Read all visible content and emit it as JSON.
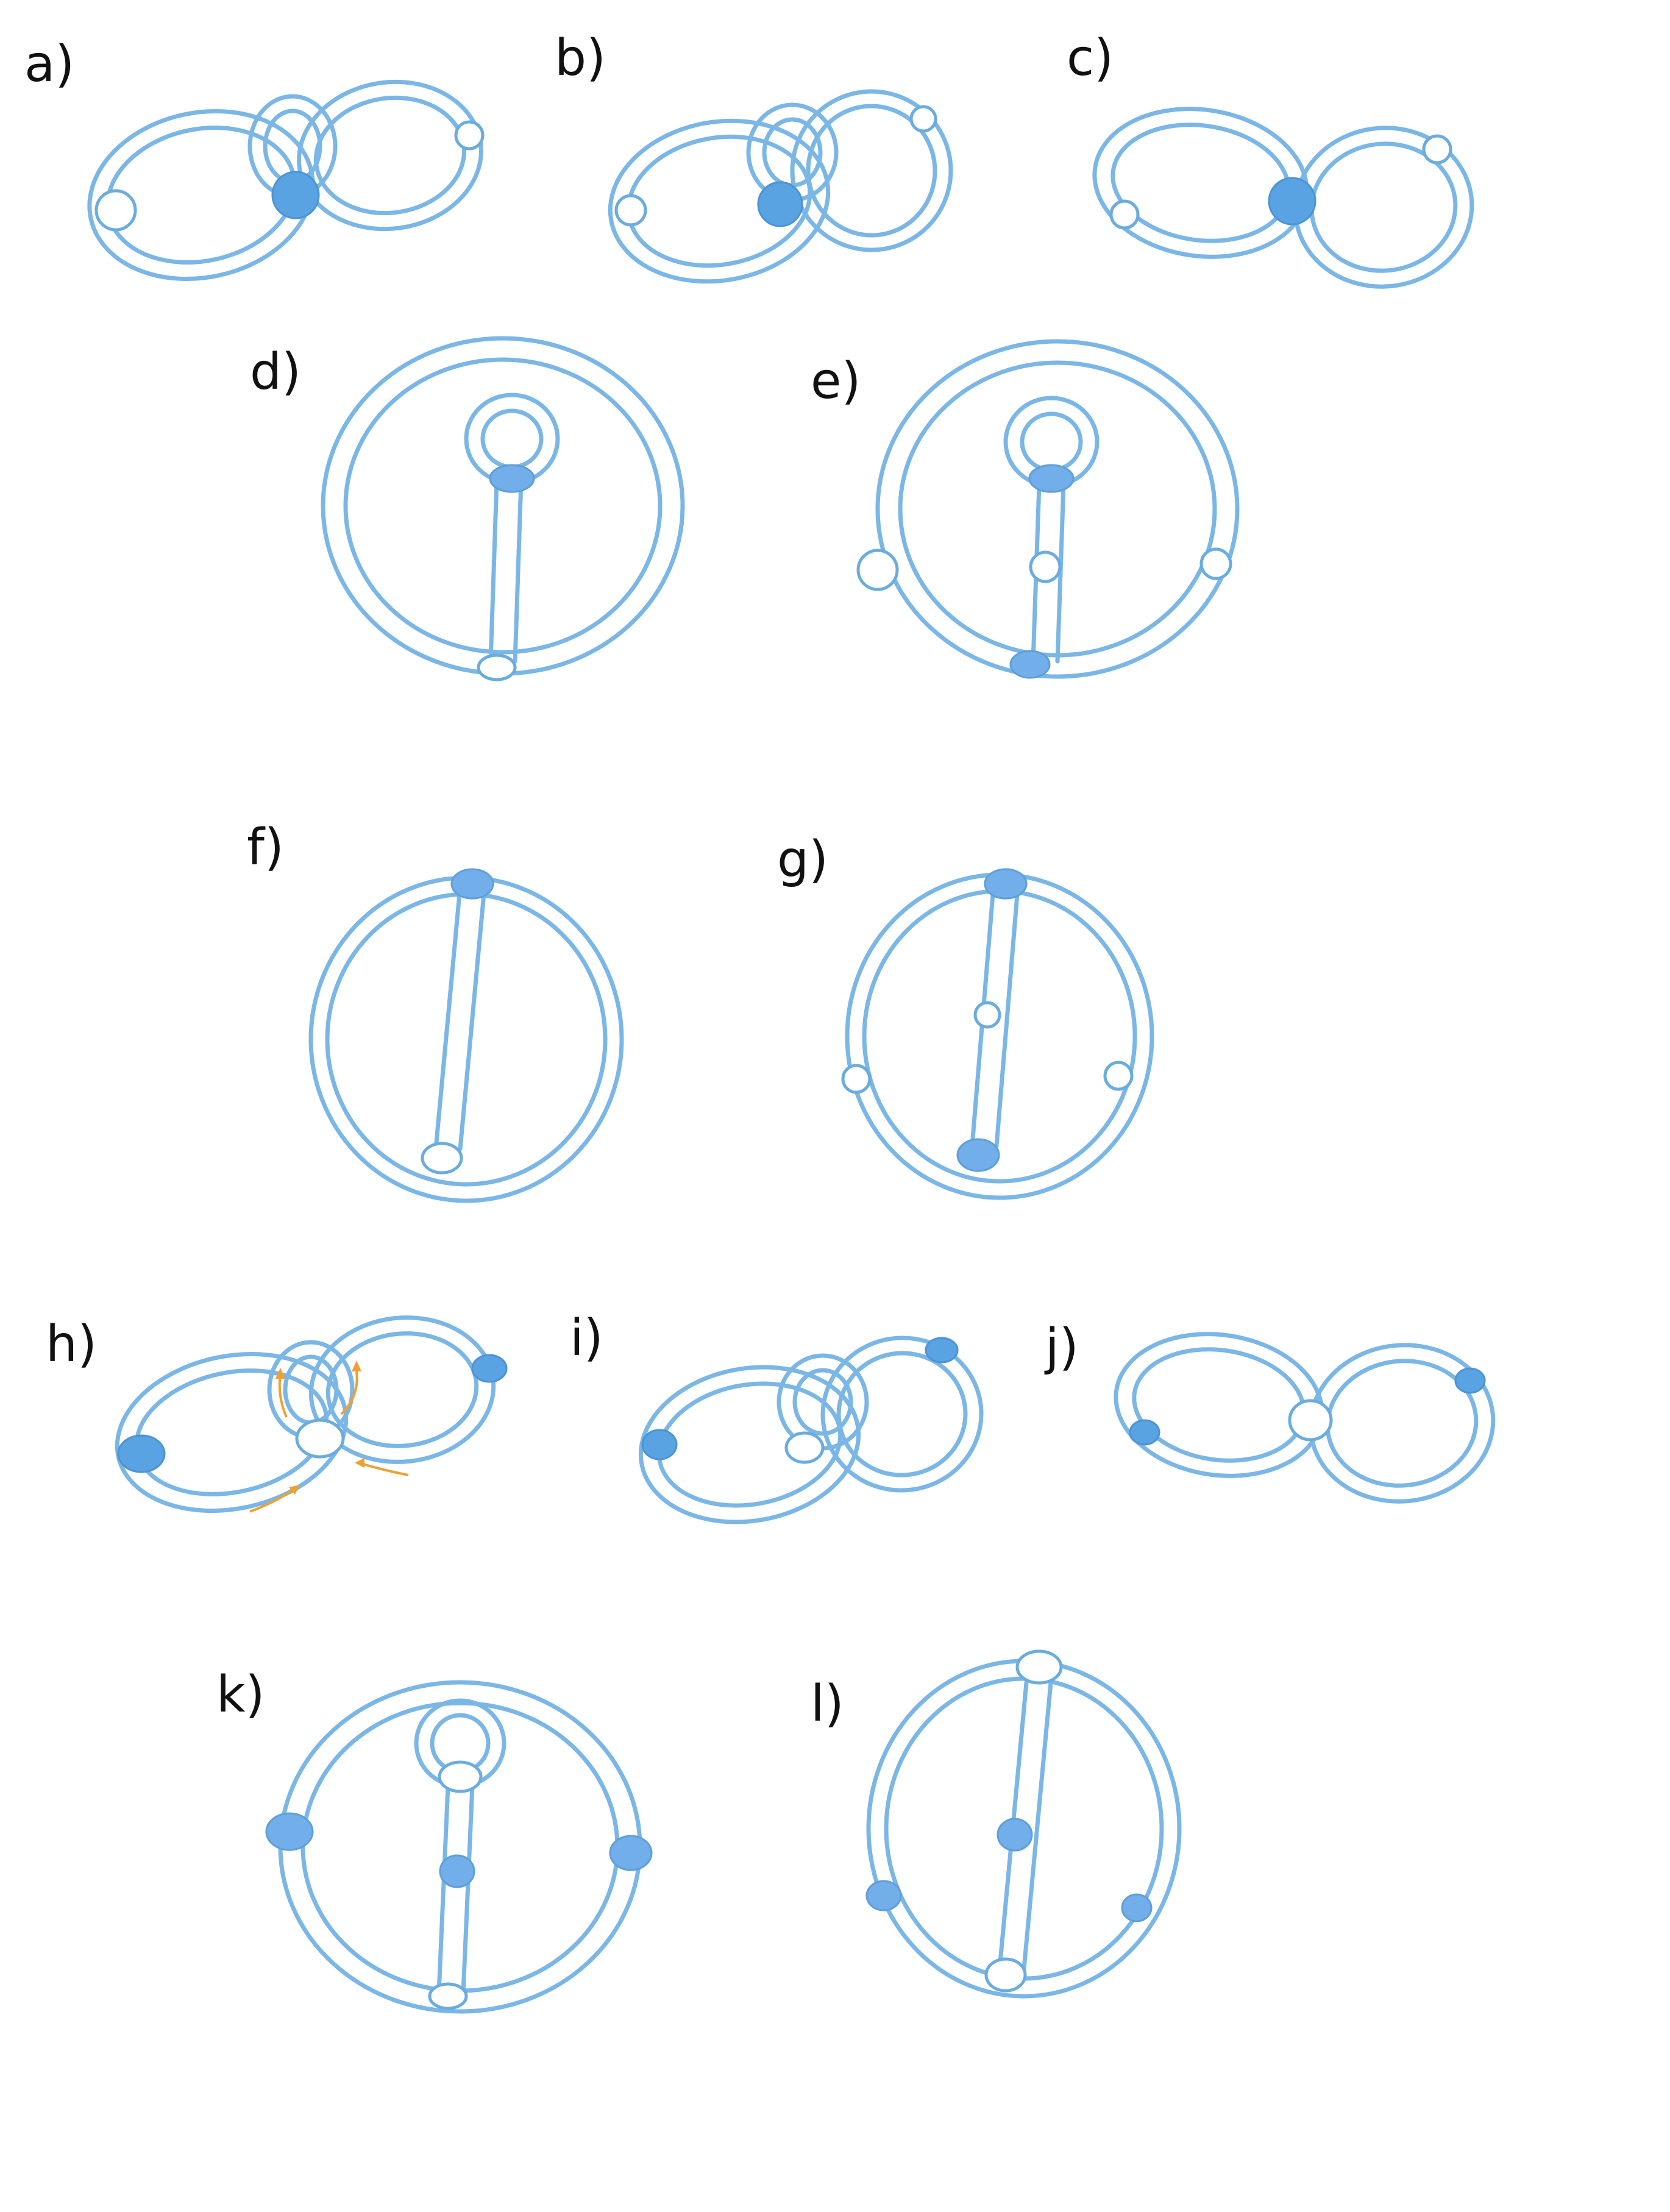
{
  "labels": {
    "a": "a)",
    "b": "b)",
    "c": "c)",
    "d": "d)",
    "e": "e)",
    "f": "f)",
    "g": "g)",
    "h": "h)",
    "i": "i)",
    "j": "j)",
    "k": "k)",
    "l": "l)"
  },
  "colors": {
    "tube": "#7ab6e6",
    "filled_node": "#5aa3e3",
    "open_node": "#ffffff",
    "arrow": "#f0a030"
  }
}
